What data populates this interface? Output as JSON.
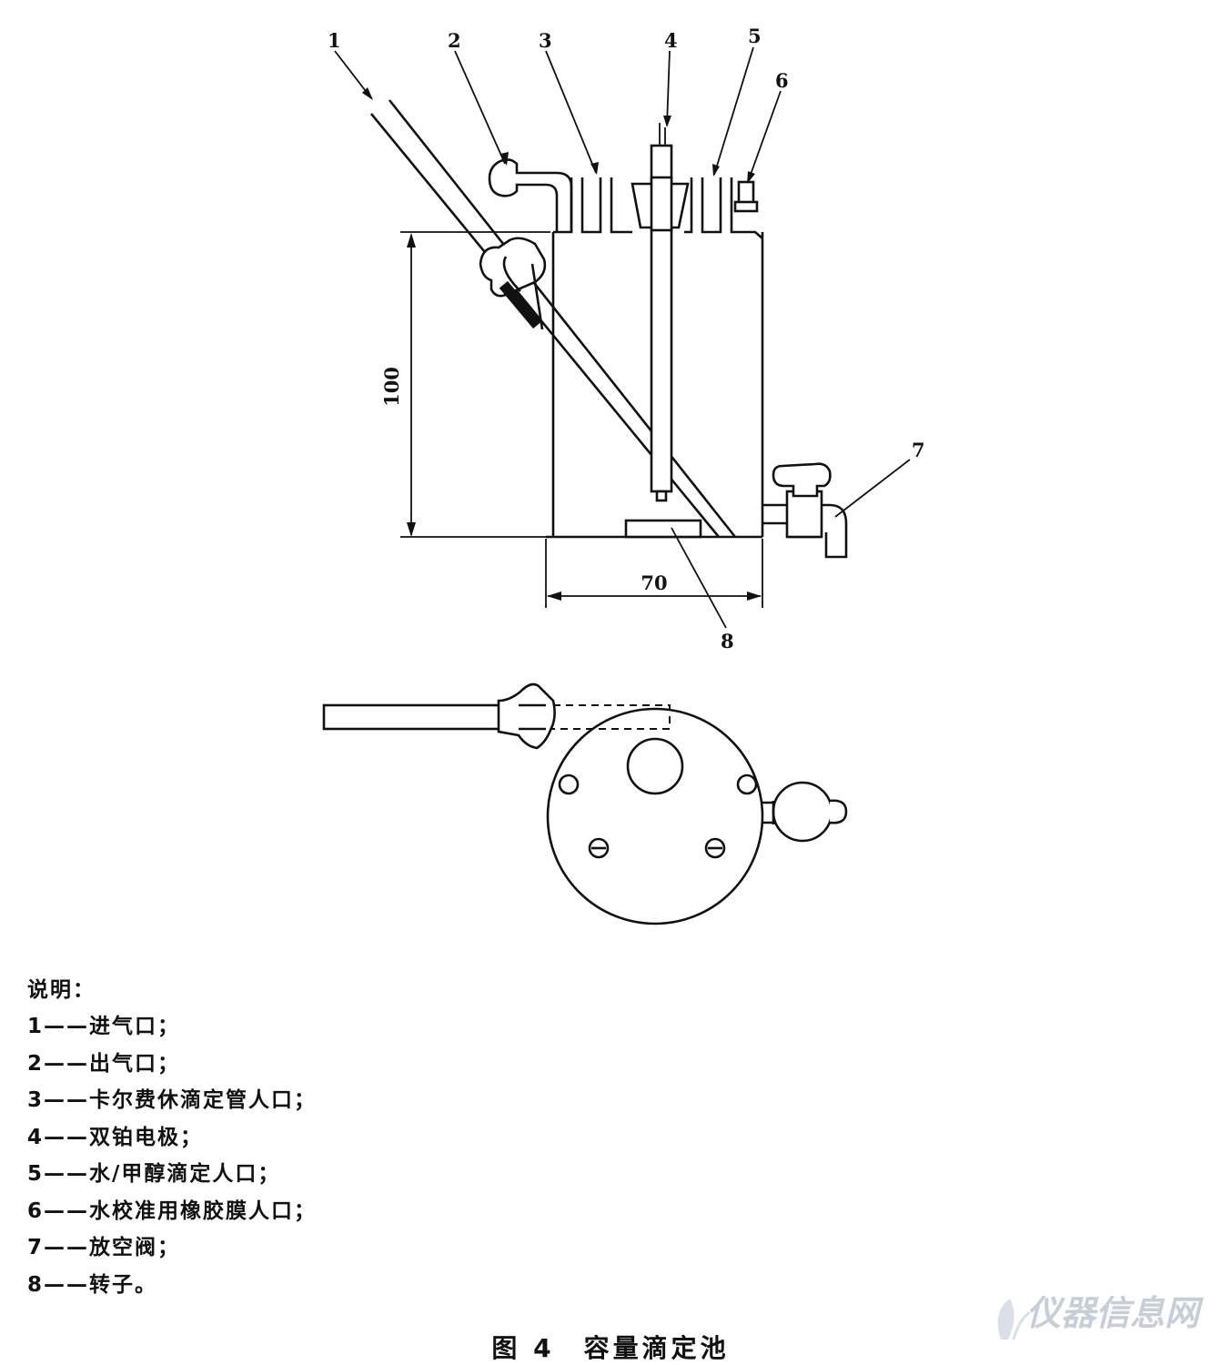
{
  "diagram": {
    "callouts": [
      "1",
      "2",
      "3",
      "4",
      "5",
      "6",
      "7",
      "8"
    ],
    "dimensions": {
      "height": "100",
      "width": "70"
    }
  },
  "legend": {
    "title": "说明：",
    "items": [
      "1——进气口；",
      "2——出气口；",
      "3——卡尔费休滴定管人口；",
      "4——双铂电极；",
      "5——水/甲醇滴定人口；",
      "6——水校准用橡胶膜人口；",
      "7——放空阀；",
      "8——转子。"
    ]
  },
  "caption": "图 4　容量滴定池",
  "watermark": "仪器信息网"
}
